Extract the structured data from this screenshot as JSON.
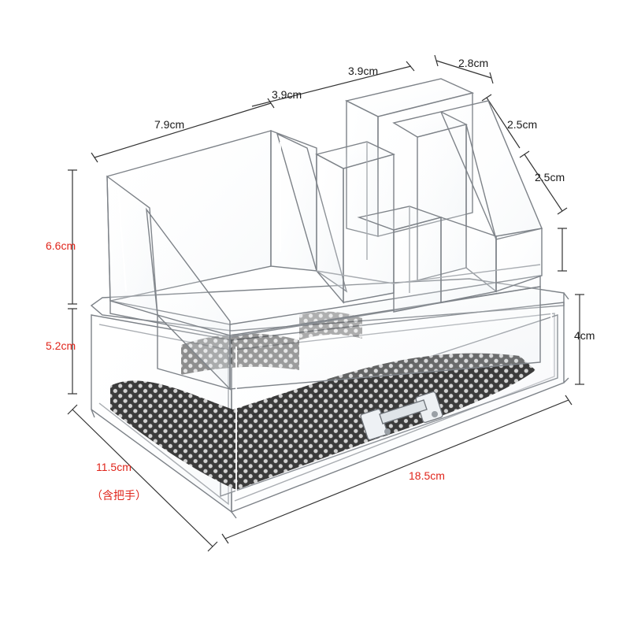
{
  "dimensions": {
    "top_depth_left": "7.9cm",
    "top_width_a": "3.9cm",
    "top_width_b": "3.9cm",
    "top_right_depth": "2.8cm",
    "right_height_a": "2.5cm",
    "right_height_b": "2.5cm",
    "drawer_height": "4cm",
    "upper_height": "6.6cm",
    "lower_height": "5.2cm",
    "depth_bottom": "11.5cm",
    "depth_note": "（含把手）",
    "width_bottom": "18.5cm"
  },
  "colors": {
    "label_black": "#1a1a1a",
    "label_red": "#e0251b",
    "line": "#333333"
  },
  "product": {
    "icon": "acrylic-makeup-organizer-illustration"
  }
}
